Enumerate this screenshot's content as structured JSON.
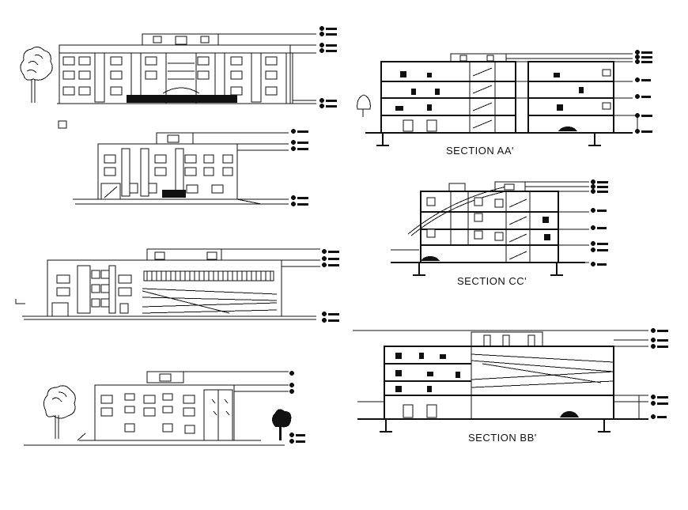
{
  "drawing": {
    "section_aa_title": "SECTION AA'",
    "section_cc_title": "SECTION CC'",
    "section_bb_title": "SECTION BB'"
  },
  "views": [
    "front-elevation",
    "side-elevation",
    "rear-elevation",
    "end-elevation",
    "section-aa",
    "section-cc",
    "section-bb"
  ]
}
